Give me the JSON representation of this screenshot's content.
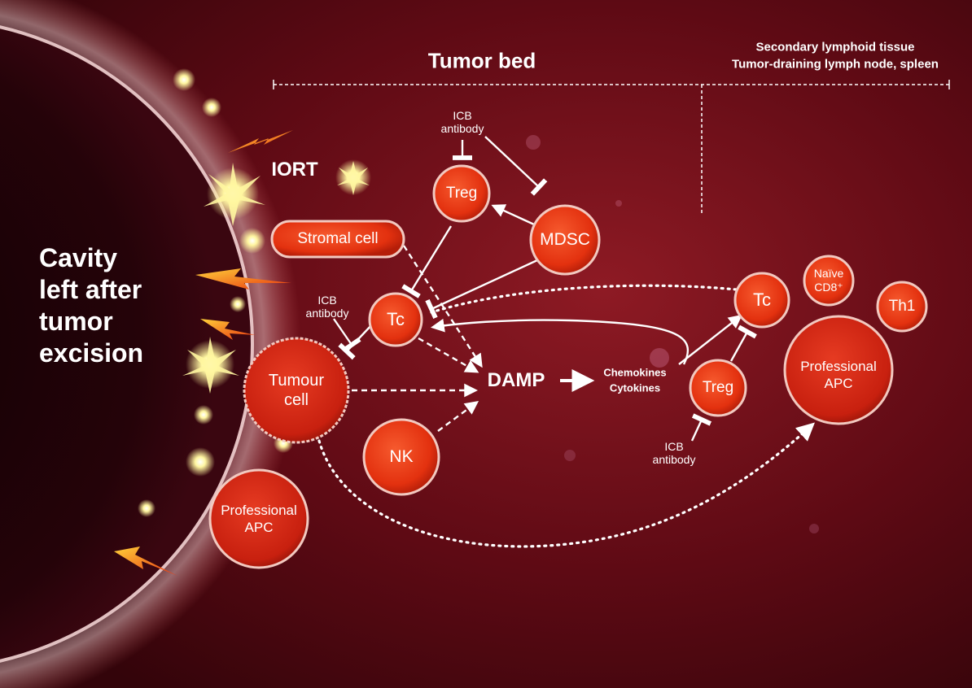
{
  "regions": {
    "tumor_bed": "Tumor bed",
    "secondary_line1": "Secondary lymphoid tissue",
    "secondary_line2": "Tumor-draining lymph node, spleen",
    "cavity": [
      "Cavity",
      "left after",
      "tumor",
      "excision"
    ]
  },
  "treatment": {
    "iort": "IORT"
  },
  "cells": {
    "stromal": "Stromal cell",
    "tumour_line1": "Tumour",
    "tumour_line2": "cell",
    "treg_bed": "Treg",
    "mdsc": "MDSC",
    "tc_bed": "Tc",
    "nk": "NK",
    "apc_bed_line1": "Professional",
    "apc_bed_line2": "APC",
    "treg_node": "Treg",
    "tc_node": "Tc",
    "naive_line1": "Naïve",
    "naive_line2": "CD8⁺",
    "th1": "Th1",
    "apc_node_line1": "Professional",
    "apc_node_line2": "APC"
  },
  "signals": {
    "damp": "DAMP",
    "chemokines": "Chemokines",
    "cytokines": "Cytokines"
  },
  "icb": {
    "top": [
      "ICB",
      "antibody"
    ],
    "left": [
      "ICB",
      "antibody"
    ],
    "bottom": [
      "ICB",
      "antibody"
    ]
  },
  "colors": {
    "background": "#5e0a14",
    "cell_fill": "#e3310f",
    "cell_ring": "#f2c9c0",
    "cavity": "#1e0206",
    "spark": "#fff6a0",
    "arrow": "#ffffff"
  }
}
